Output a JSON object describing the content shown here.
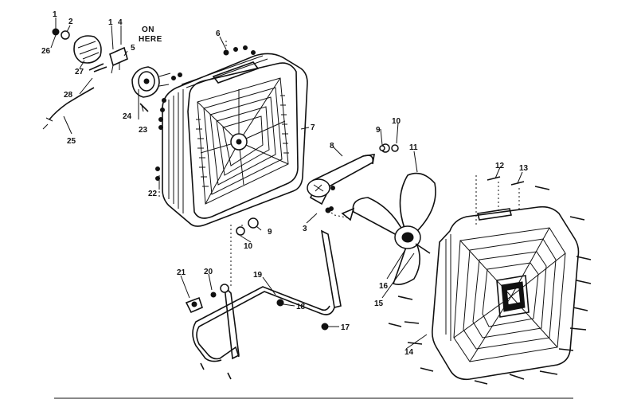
{
  "diagram": {
    "callout": {
      "line1": "ON",
      "line2": "HERE"
    },
    "part_labels": {
      "p1_top": "1",
      "p2": "2",
      "p26": "26",
      "p1_mid": "1",
      "p4": "4",
      "p5": "5",
      "p27": "27",
      "p28": "28",
      "p24": "24",
      "p23": "23",
      "p25": "25",
      "p6": "6",
      "p7": "7",
      "p9_top": "9",
      "p10_top": "10",
      "p8": "8",
      "p11": "11",
      "p12": "12",
      "p13": "13",
      "p22": "22",
      "p3": "3",
      "p9_bottom": "9",
      "p10_bottom": "10",
      "p16": "16",
      "p15": "15",
      "p21": "21",
      "p20": "20",
      "p19": "19",
      "p18": "18",
      "p17": "17",
      "p14": "14"
    }
  }
}
